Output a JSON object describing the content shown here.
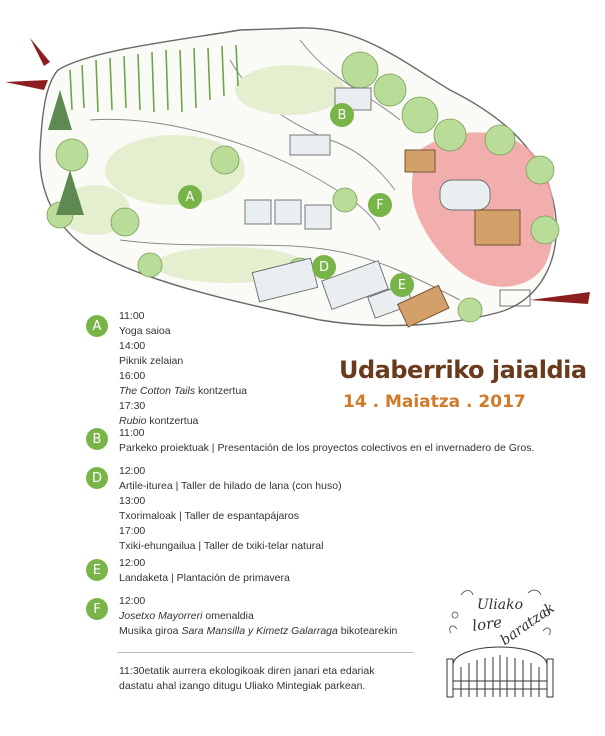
{
  "map": {
    "markers": [
      {
        "letter": "A"
      },
      {
        "letter": "B"
      },
      {
        "letter": "D"
      },
      {
        "letter": "E"
      },
      {
        "letter": "F"
      }
    ]
  },
  "title": "Udaberriko jaialdia",
  "date": "14 . Maiatza . 2017",
  "schedule": [
    {
      "letter": "A",
      "lines": [
        "11:00",
        "Yoga saioa",
        "14:00",
        "Piknik zelaian",
        "16:00"
      ],
      "line5_italic": "The Cotton Tails",
      "line5_rest": " kontzertua",
      "line6": "17:30",
      "line7_italic": "Rubio",
      "line7_rest": " kontzertua"
    },
    {
      "letter": "B",
      "lines": [
        "11:00",
        "Parkeko proiektuak | Presentación de los proyectos colectivos en el invernadero de Gros."
      ]
    },
    {
      "letter": "D",
      "lines": [
        "12:00",
        "Artile-iturea | Taller de hilado de lana (con huso)",
        "13:00",
        "Txorimaloak | Taller de espantapájaros",
        "17:00",
        "Txiki-ehungailua | Taller de txiki-telar natural"
      ]
    },
    {
      "letter": "E",
      "lines": [
        "12:00",
        "Landaketa | Plantación de primavera"
      ]
    },
    {
      "letter": "F",
      "lines": [
        "12:00"
      ],
      "line2_italic": "Josetxo Mayorreri",
      "line2_rest": " omenaldia",
      "line3_pre": "Musika giroa ",
      "line3_italic": "Sara Mansilla y Kimetz Galarraga",
      "line3_rest": " bikotearekin"
    }
  ],
  "footer": {
    "line1": "11:30etatik aurrera ekologikoak diren janari eta edariak",
    "line2": "dastatu ahal izango ditugu Uliako Mintegiak parkean."
  },
  "logo": {
    "text": "Uliako lore baratzak"
  },
  "colors": {
    "accent": "#79b448",
    "title": "#6b3a1c",
    "date": "#d07a2a",
    "highlight": "#eea0a0",
    "arrow": "#8b1e1e"
  }
}
